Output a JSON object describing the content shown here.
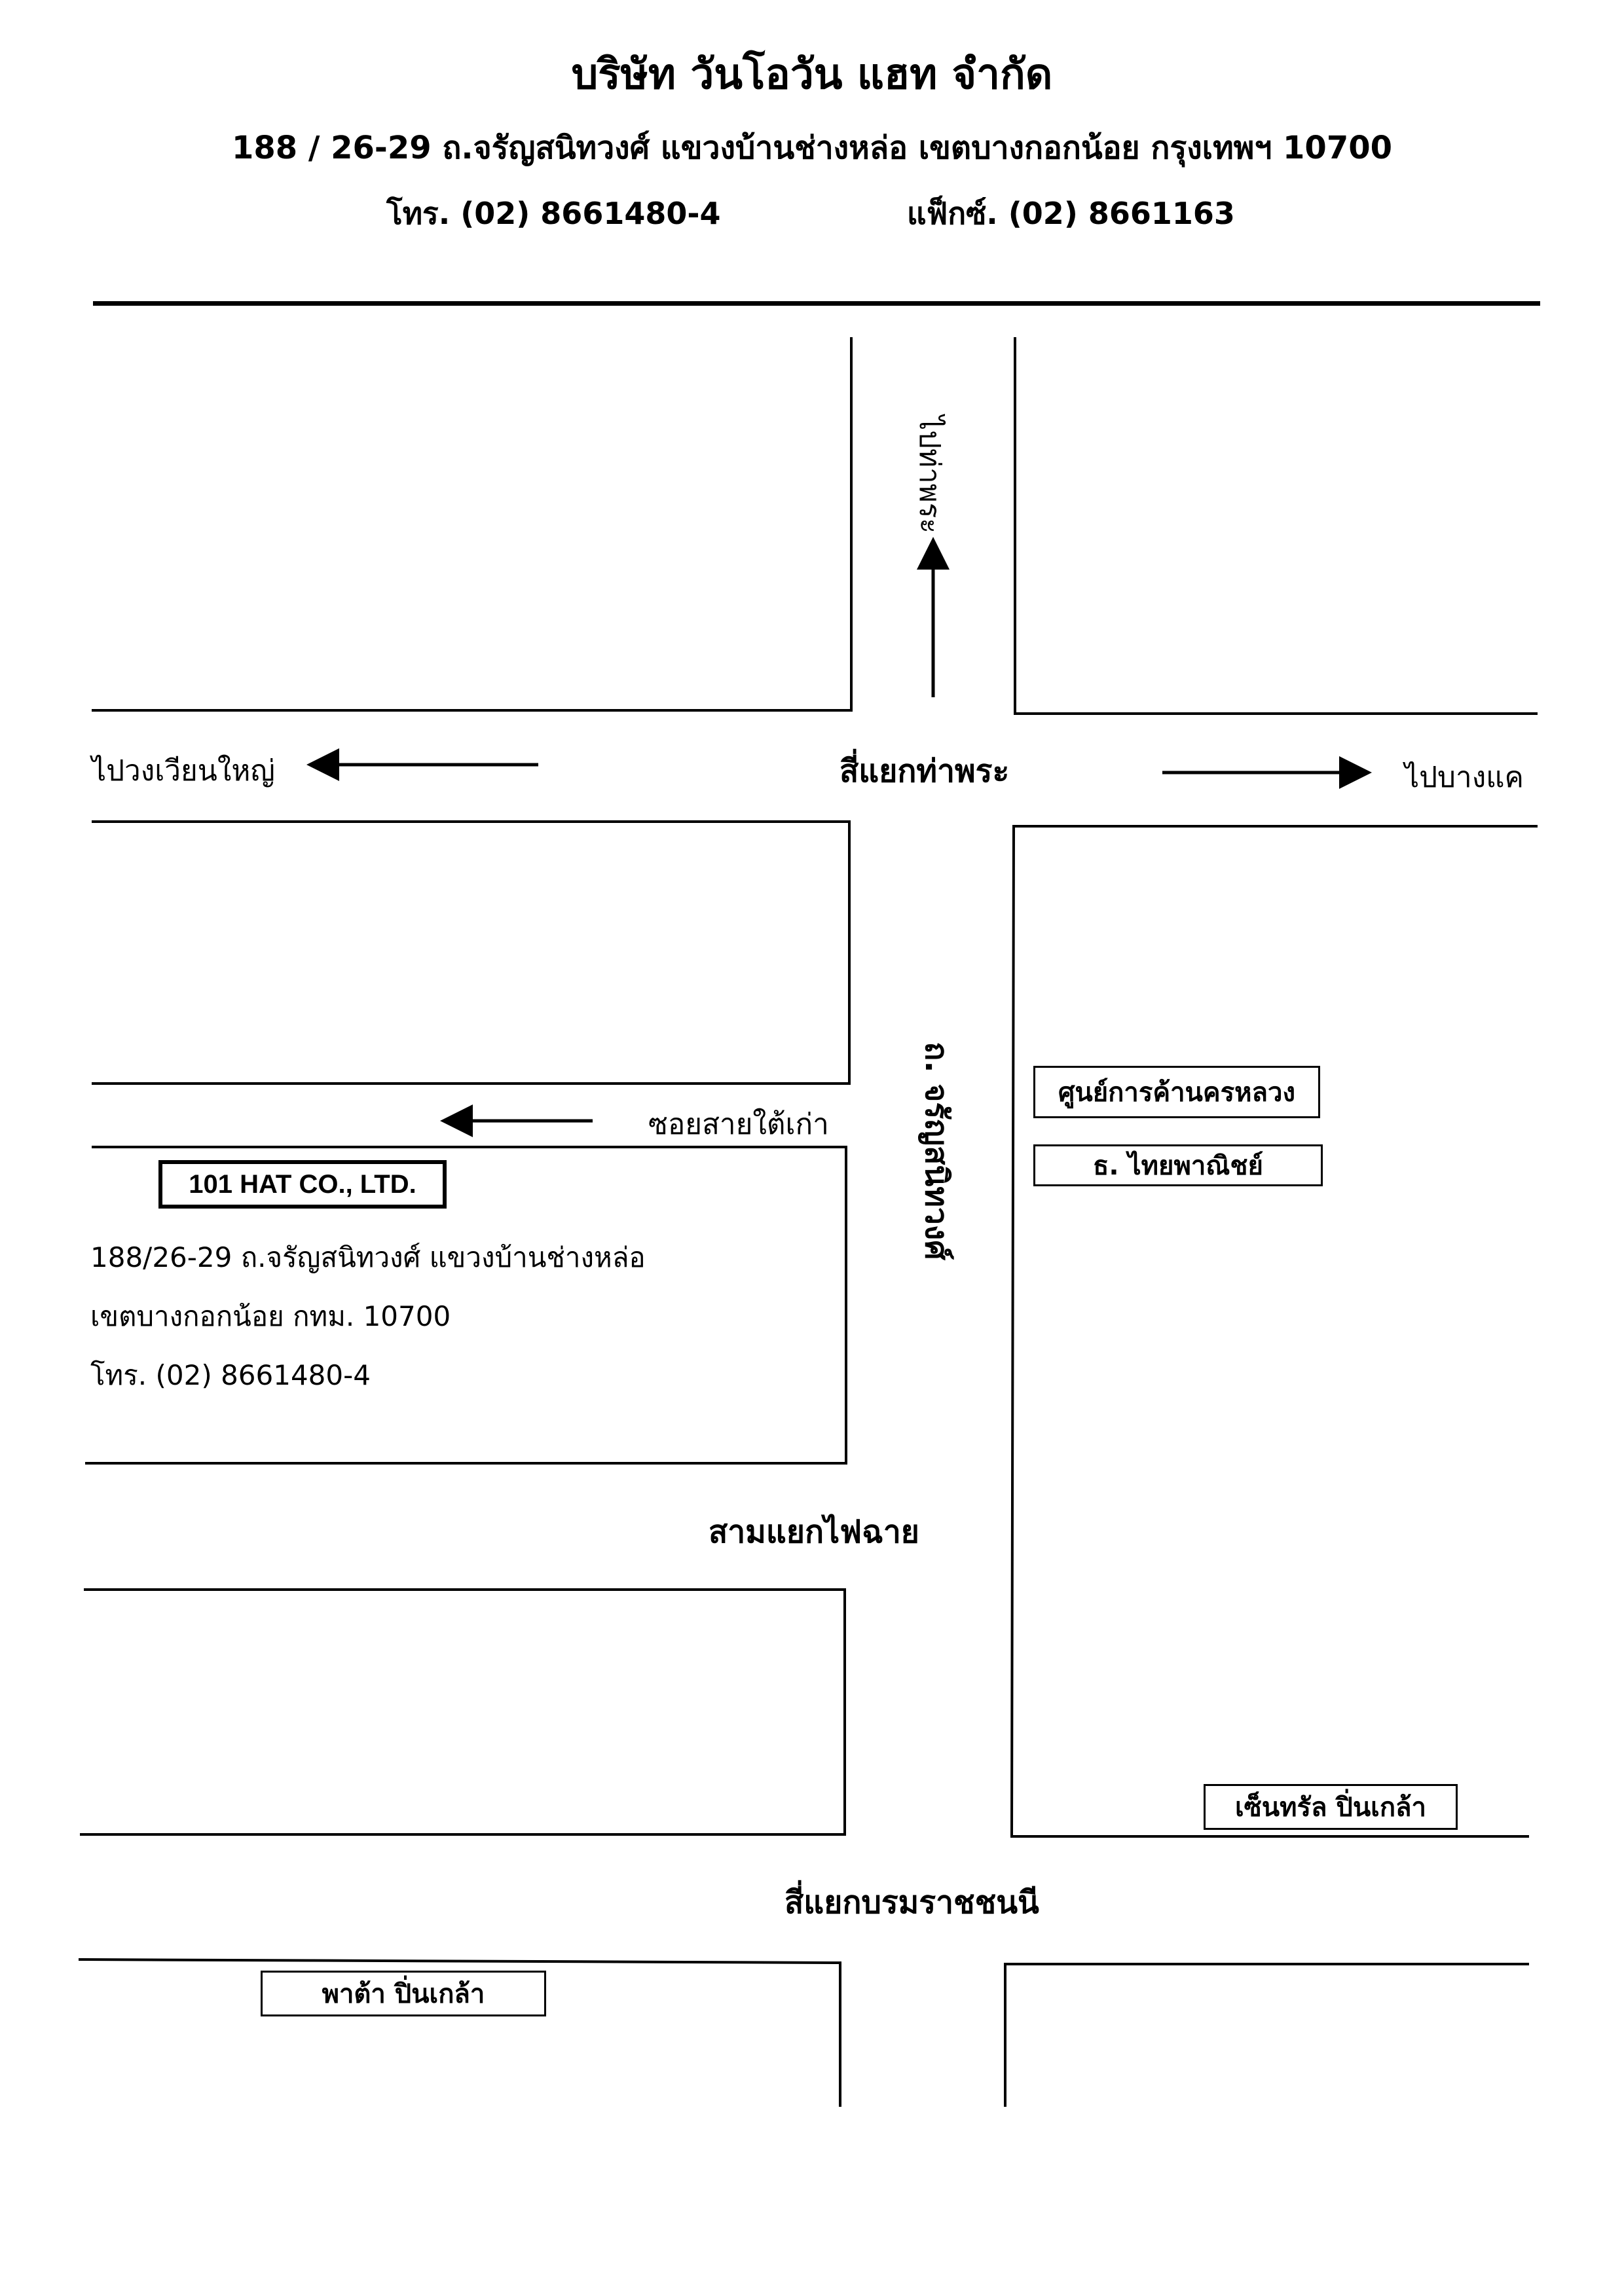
{
  "header": {
    "company_name": "บริษัท  วันโอวัน แฮท  จำกัด",
    "address": "188 / 26-29  ถ.จรัญสนิทวงศ์  แขวงบ้านช่างหล่อ  เขตบางกอกน้อย  กรุงเทพฯ  10700",
    "phone": "โทร. (02) 8661480-4",
    "fax": "แฟ็กซ์. (02) 8661163"
  },
  "map": {
    "to_tha_phra": "ไปท่าพระ",
    "to_wong_wian_yai": "ไปวงเวียนใหญ่",
    "to_bang_khae": "ไปบางแค",
    "intersection_tha_phra": "สี่แยกท่าพระ",
    "road_name": "ถ. จรัญสนิทวงศ์",
    "soi_sai_tai_kao": "ซอยสายใต้เก่า",
    "intersection_fai_chai": "สามแยกไฟฉาย",
    "intersection_borommaratchachonnani": "สี่แยกบรมราชชนนี",
    "landmarks": {
      "shopping_center": "ศูนย์การค้านครหลวง",
      "bank": "ธ. ไทยพาณิชย์",
      "central": "เซ็นทรัล ปิ่นเกล้า",
      "pata": "พาต้า ปิ่นเกล้า"
    }
  },
  "company_box": {
    "name": "101 HAT CO., LTD.",
    "address_line1": "188/26-29  ถ.จรัญสนิทวงศ์  แขวงบ้านช่างหล่อ",
    "address_line2": "เขตบางกอกน้อย  กทม.  10700",
    "phone": "โทร. (02) 8661480-4"
  }
}
